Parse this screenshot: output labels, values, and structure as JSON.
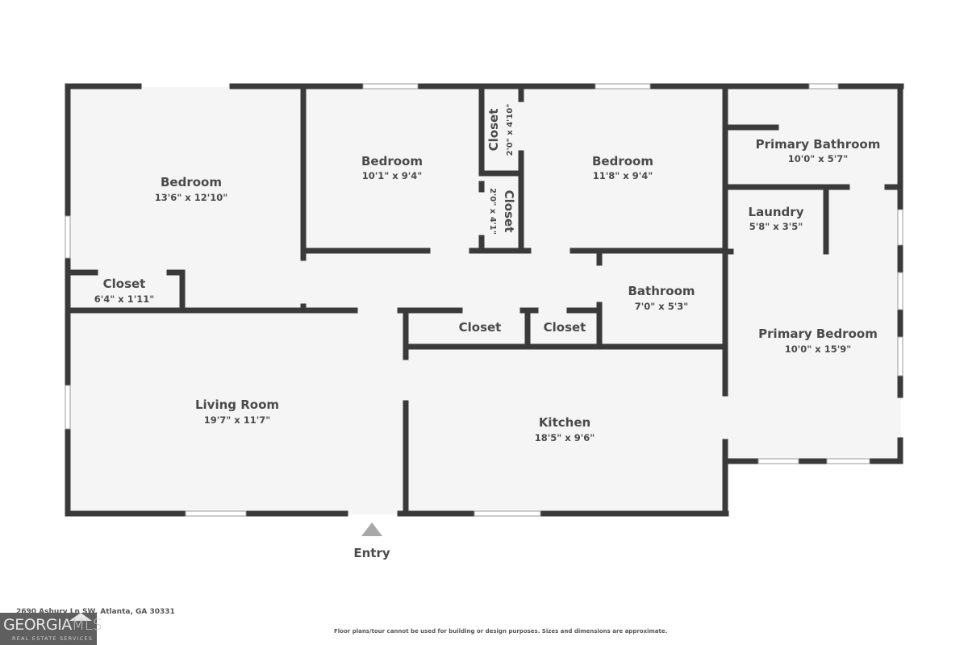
{
  "plan": {
    "rooms": [
      {
        "name": "Bedroom",
        "dims": "13'6\" x 12'10\""
      },
      {
        "name": "Bedroom",
        "dims": "10'1\" x 9'4\""
      },
      {
        "name": "Closet",
        "dims": "2'0\" x 4'10\""
      },
      {
        "name": "Closet",
        "dims": "2'0\" x 4'1\""
      },
      {
        "name": "Bedroom",
        "dims": "11'8\" x 9'4\""
      },
      {
        "name": "Primary Bathroom",
        "dims": "10'0\" x 5'7\""
      },
      {
        "name": "Laundry",
        "dims": "5'8\" x 3'5\""
      },
      {
        "name": "Closet",
        "dims": "6'4\" x 1'11\""
      },
      {
        "name": "Bathroom",
        "dims": "7'0\" x 5'3\""
      },
      {
        "name": "Closet",
        "dims": ""
      },
      {
        "name": "Closet",
        "dims": ""
      },
      {
        "name": "Primary Bedroom",
        "dims": "10'0\" x 15'9\""
      },
      {
        "name": "Living Room",
        "dims": "19'7\" x 11'7\""
      },
      {
        "name": "Kitchen",
        "dims": "18'5\" x 9'6\""
      }
    ],
    "entry_label": "Entry"
  },
  "footer": {
    "address": "2690 Ashury Ln SW, Atlanta, GA 30331",
    "disclaimer": "Floor plans/tour cannot be used for building or design purposes. Sizes and dimensions are approximate.",
    "logo_main": "GEORGIA",
    "logo_mls": "MLS",
    "logo_sub": "REAL ESTATE SERVICES"
  },
  "colors": {
    "wall": "#3a3a3a",
    "floor": "#f5f5f5",
    "text": "#4a4a4a",
    "entry_arrow": "#a8a8a8"
  }
}
